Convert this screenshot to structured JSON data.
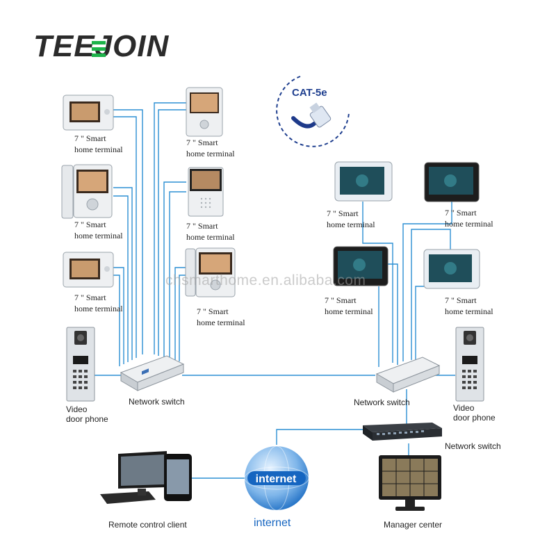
{
  "brand": {
    "logo_text": "TEEJOIN"
  },
  "watermark": "chsmarthome.en.alibaba.com",
  "cable": {
    "label": "CAT-5e"
  },
  "terminals": {
    "left_col1_1": {
      "line1": "7 \" Smart",
      "line2": "home terminal"
    },
    "left_col1_2": {
      "line1": "7 \" Smart",
      "line2": "home terminal"
    },
    "left_col1_3": {
      "line1": "7 \" Smart",
      "line2": "home terminal"
    },
    "left_col2_1": {
      "line1": "7 \" Smart",
      "line2": "home terminal"
    },
    "left_col2_2": {
      "line1": "7 \" Smart",
      "line2": "home terminal"
    },
    "left_col2_3": {
      "line1": "7 \" Smart",
      "line2": "home terminal"
    },
    "right_tl": {
      "line1": "7 \" Smart",
      "line2": "home terminal"
    },
    "right_tr": {
      "line1": "7 \" Smart",
      "line2": "home terminal"
    },
    "right_bl": {
      "line1": "7 \" Smart",
      "line2": "home terminal"
    },
    "right_br": {
      "line1": "7 \" Smart",
      "line2": "home terminal"
    }
  },
  "door_phone_left": {
    "line1": "Video",
    "line2": "door phone"
  },
  "door_phone_right": {
    "line1": "Video",
    "line2": "door phone"
  },
  "switch_left": {
    "label": "Network switch"
  },
  "switch_right": {
    "label": "Network switch"
  },
  "switch_core": {
    "label": "Network switch"
  },
  "internet": {
    "globe_text": "internet",
    "caption": "internet"
  },
  "remote_client": {
    "label": "Remote control client"
  },
  "manager_center": {
    "label": "Manager center"
  },
  "colors": {
    "line_blue": "#2b8fd3",
    "brand_dark": "#2b2b2b",
    "brand_green": "#1db34a",
    "internet_blue": "#1565c0",
    "cat5e_blue": "#1f3f8f",
    "device_silver": "#e4e7ea"
  }
}
